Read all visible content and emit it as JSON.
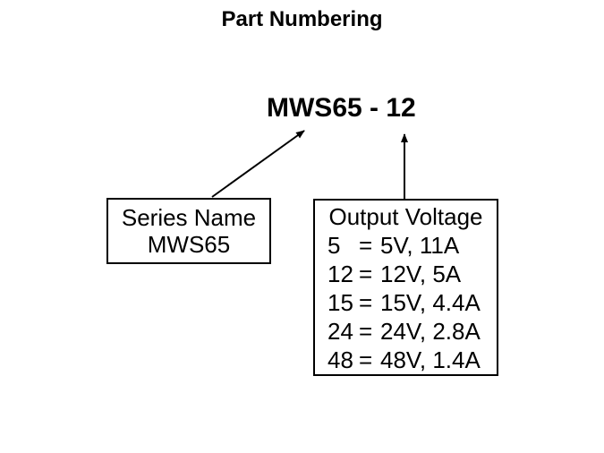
{
  "title": "Part Numbering",
  "part_number": "MWS65 - 12",
  "series_box": {
    "title": "Series Name",
    "value": "MWS65"
  },
  "voltage_box": {
    "title": "Output Voltage",
    "rows": [
      {
        "code": "5",
        "eq": "=",
        "value": "5V, 11A"
      },
      {
        "code": "12",
        "eq": "=",
        "value": "12V, 5A"
      },
      {
        "code": "15",
        "eq": "=",
        "value": "15V, 4.4A"
      },
      {
        "code": "24",
        "eq": "=",
        "value": "24V, 2.8A"
      },
      {
        "code": "48",
        "eq": "=",
        "value": "48V, 1.4A"
      }
    ]
  },
  "colors": {
    "text": "#000000",
    "background": "#ffffff",
    "border": "#000000",
    "arrow": "#000000"
  }
}
